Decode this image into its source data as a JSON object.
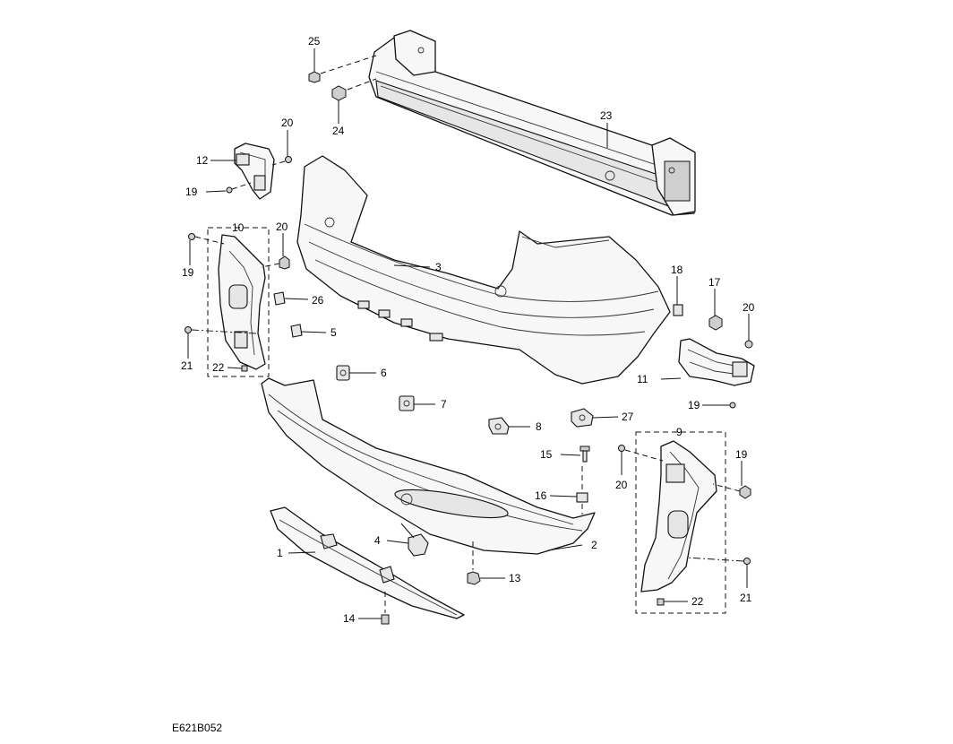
{
  "drawing_code": "E621B052",
  "callouts": {
    "c1": "1",
    "c2": "2",
    "c3": "3",
    "c4": "4",
    "c5": "5",
    "c6": "6",
    "c7": "7",
    "c8": "8",
    "c9": "9",
    "c10": "10",
    "c11": "11",
    "c12": "12",
    "c13": "13",
    "c14": "14",
    "c15": "15",
    "c16": "16",
    "c17": "17",
    "c18": "18",
    "c19a": "19",
    "c19b": "19",
    "c19c": "19",
    "c19d": "19",
    "c20a": "20",
    "c20b": "20",
    "c20c": "20",
    "c20d": "20",
    "c21a": "21",
    "c21b": "21",
    "c22a": "22",
    "c22b": "22",
    "c23": "23",
    "c24": "24",
    "c25": "25",
    "c26": "26",
    "c27": "27"
  }
}
